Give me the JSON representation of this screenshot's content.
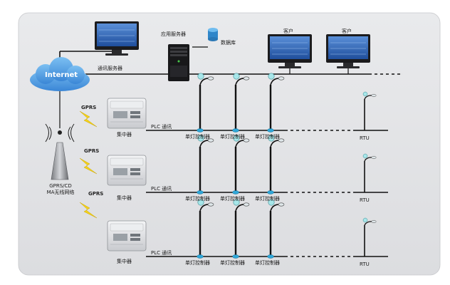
{
  "colors": {
    "panel": "#e3e4e6",
    "line": "#111111",
    "cloud": "#4f9be0",
    "bolt": "#f4d21c",
    "pole_base": "#2fa7d8",
    "monitor_screen": "#2f63b8"
  },
  "labels": {
    "internet": "Internet",
    "comm_server": "通讯服务器",
    "app_server": "应用服务器",
    "database": "数据库",
    "client_1": "客户",
    "client_2": "客户",
    "wireless_network": "GPRS/CD\nMA无线网络",
    "gprs": "GPRS",
    "concentrator": "集中器",
    "plc": "PLC 通讯",
    "lamp_controller": "单灯控制器",
    "rtu": "RTU"
  },
  "icons": [
    "monitor-icon",
    "server-icon",
    "database-icon",
    "cloud-icon",
    "antenna-tower-icon",
    "lightning-icon",
    "concentrator-icon",
    "street-lamp-icon"
  ]
}
